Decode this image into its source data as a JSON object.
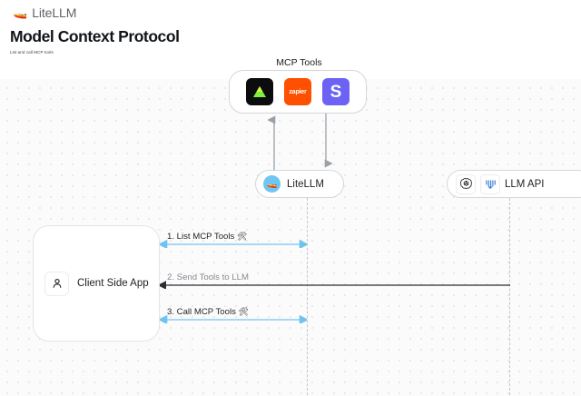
{
  "topbar": {
    "logo_icon": "speedboat-icon",
    "logo_glyph": "🚤",
    "brand": "LiteLLM"
  },
  "header": {
    "title": "Model Context Protocol",
    "subtitle": "List and call MCP tools"
  },
  "diagram": {
    "mcp_tools": {
      "group_label": "MCP Tools",
      "tools": [
        {
          "name": "linear",
          "glyph": "",
          "accent": "#0c0c0e"
        },
        {
          "name": "zapier",
          "glyph": "zapier",
          "accent": "#ff4f00"
        },
        {
          "name": "slack",
          "glyph": "S",
          "accent": "#6c63f5"
        }
      ]
    },
    "nodes": [
      {
        "id": "litellm",
        "label": "LiteLLM",
        "icon": "litellm-avatar-icon",
        "glyph": "🚤"
      },
      {
        "id": "llm_api",
        "label": "LLM API",
        "icons": [
          "openai-logo-icon",
          "anthropic-logo-icon"
        ]
      }
    ],
    "client": {
      "label": "Client Side App",
      "icon": "person-icon"
    },
    "messages": [
      {
        "num": "1",
        "label": "1. List MCP Tools",
        "emoji": "🛠",
        "style": "blue",
        "direction": "both"
      },
      {
        "num": "2",
        "label": "2. Send Tools to LLM",
        "emoji": "",
        "style": "gray",
        "direction": "left"
      },
      {
        "num": "3",
        "label": "3. Call MCP Tools",
        "emoji": "🛠",
        "style": "blue",
        "direction": "both"
      }
    ]
  },
  "colors": {
    "accent_blue": "#6fc3f0",
    "arrow_dark": "#2b2d31",
    "lifeline": "#c3c5c9",
    "canvas": "#fbfbfb",
    "dot": "#e3e3e5"
  }
}
